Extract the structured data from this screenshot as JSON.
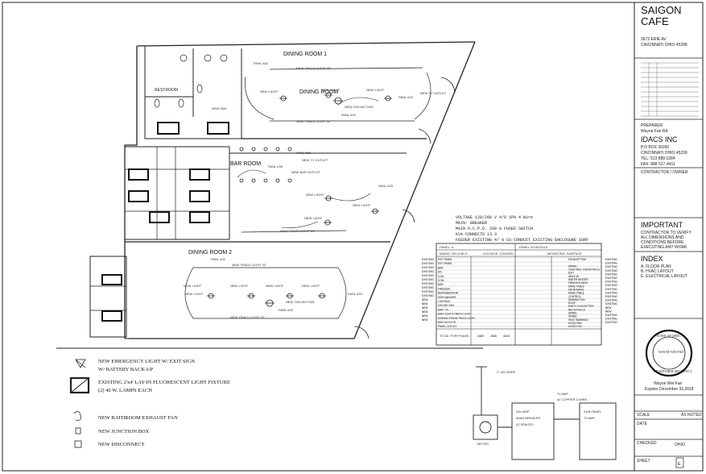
{
  "title_block": {
    "project_name_line1": "SAIGON",
    "project_name_line2": "CAFE",
    "address_line1": "3672 ERIE AV",
    "address_line2": "CINCINNATI OHIO 45208",
    "preparer_label": "PREPARER",
    "preparer_name": "Wayne Fan RA",
    "firm_name": "IDACS INC",
    "firm_box": "P.O BOX 30260",
    "firm_city": "CINCINNATI OHIO 45230",
    "firm_tel": "TEL: 513 888 0284",
    "firm_fax": "FAX: 888 527-4411",
    "contractor_label": "CONTRACTOR / OWNER",
    "important_heading": "IMPORTANT",
    "important_text": [
      "CONTRACTOR TO VERIFY",
      "ALL DIMENSIONS AND",
      "CONDITIONS BEFORE",
      "EXECUTING ANY WORK"
    ],
    "index_heading": "INDEX",
    "index_items": [
      "A. FLOOR PLAN",
      "B. HVAC LAYOUT",
      "E. ELECTRICAL LAYOUT"
    ],
    "seal_top": "STATE OF OHIO",
    "seal_name": "WAYNE WEI FAN",
    "seal_bottom": "REGISTERED ARCHITECT",
    "seal_caption_name": "Wayne Wei Fan",
    "seal_caption_expiry": "Expires December 31,2018",
    "scale_label": "SCALE",
    "scale_value": "AS NOTED",
    "date_label": "DATE",
    "checked_label": "CHECKED",
    "checked_value": "OHIO",
    "sheet_label": "SHEET",
    "sheet_number": "E"
  },
  "rooms": {
    "dining1": "DINING ROOM 1",
    "dining1_mid": "DINING ROOM",
    "restroom": "RESTROOM",
    "bar": "BAR ROOM",
    "dining2": "DINING ROOM 2"
  },
  "plan_labels": {
    "panel_a2": "PANL #A2",
    "track_32_a": "NEW TRACK LIGHT 32'",
    "track_32_b": "NEW TRACK LIGHT 32'",
    "new_light": "NEW LIGHT",
    "new_fan": "NEW FAN",
    "new_light_2": "NEW LIGHT",
    "new_light_3": "NEW LIGHT",
    "panl_33": "PANL #33",
    "tv_outlet": "NEW TV OUTLET",
    "ceiling_fan": "NEW CEILING FAN",
    "panl_26": "PANL #26",
    "panl_25_bar": "PANL #25",
    "new_tv_outlet_bar": "NEW TV OUTLET",
    "panl_36": "PANL #36",
    "bar_outlet": "NEW BAR OUTLET",
    "bar_light_a": "NEW LIGHT",
    "panl_33_bar": "PANL #33",
    "bar_light_b": "NEW LIGHT",
    "bar_light_c": "NEW LIGHT",
    "bar_track": "NEW TRACK LIGHT 24'",
    "panl_30": "PANL #30",
    "d2_track_a": "NEW TRACK LIGHT 32'",
    "d2_light_a": "NEW LIGHT",
    "d2_light_b": "NEW LIGHT",
    "d2_light_c": "NEW LIGHT",
    "d2_light_d": "NEW LIGHT",
    "d2_light_e": "NEW LIGHT",
    "d2_panl_33": "PANL #33",
    "d2_fan": "NEW CEILING FAN",
    "d2_panl_25": "PANL #25",
    "d2_track_b": "NEW TRACK LIGHT 32'"
  },
  "electrical_notes": {
    "voltage": "VOLTAGE 120/208 V 4/0  1PH  4 Wire",
    "main": "MAIN: BREAKER",
    "main_ocpd": "MAIN O.C.P.D. 200 A FUSED SWITCH",
    "kva": "KVA CONNECTD  13.3",
    "feeder": "FEEDER EXISTING 4/ 0 CU   CONDUIT  EXISTING ENCLOSURE  SURF"
  },
  "panel_schedule": {
    "panel": "PANEL: A",
    "title": "PANEL SCHEDULE",
    "mains": "MAINS:  200 A MLO",
    "voltage": "VOLTAGE: 120/208V",
    "mounting": "MOUNTING: SURFACE",
    "left_rows": [
      "EXIT PANEL",
      "EXIT PANEL",
      "BAR",
      "A/C",
      "CON",
      "CON",
      "BAR",
      "FREEZER",
      "REFRIGERATOR",
      "DISH WASHER",
      "LIGHTING",
      "CEILING FAN",
      "BAR / TV",
      "BAR LIGHTS TRACK LIGHT",
      "DINNING ROOM TRACK LIGHT",
      "BAR OUTLETS",
      "PANEL OUTLET"
    ],
    "right_rows": [
      "EXHAUST FAN",
      "",
      "SPARE",
      "CASH REG. RECEPTACLE",
      "EXIT",
      "WALK IN",
      "WATER HEATER",
      "FREEZER WALK",
      "MAKE TABLE",
      "MICROWAVE",
      "MAKE TABLE",
      "CONTROL",
      "DINNING FAN",
      "ROOF",
      "PARTY CHICKETTER",
      "RECEPTACLE",
      "SPARE",
      "SPARE",
      "HEAT WARMING",
      "HOOD FAN",
      "HOOD FAN"
    ],
    "left_status": [
      "EXISTING",
      "EXISTING",
      "EXISTING",
      "EXISTING",
      "EXISTING",
      "EXISTING",
      "EXISTING",
      "EXISTING",
      "EXISTING",
      "EXISTING",
      "NEW",
      "NEW",
      "NEW",
      "NEW",
      "NEW",
      "NEW"
    ],
    "right_status": [
      "EXISTING",
      "EXISTING",
      "EXISTING",
      "EXISTING",
      "EXISTING",
      "EXISTING",
      "EXISTING",
      "EXISTING",
      "EXISTING",
      "EXISTING",
      "EXISTING",
      "EXISTING",
      "EXISTING",
      "NEW",
      "NEW",
      "EXISTING",
      "EXISTING",
      "EXISTING"
    ],
    "total_label": "TOTAL FOR PHASE",
    "totals": [
      "4480",
      "4530",
      "4315"
    ]
  },
  "riser": {
    "wire_label": "2\" 4/0 SWPE",
    "amp_label": "70 AMP",
    "copper_label": "#2 COPPER 3 WIRE",
    "main_panel": [
      "200 AMP",
      "MAIN BREAKER",
      "42 SPACES"
    ],
    "sub_panel": [
      "SUB PANEL",
      "70 AMP"
    ],
    "meter": "METER"
  },
  "legend": {
    "emergency_line1": "NEW EMERGENCY LIGHT W/ EXIT SIGN",
    "emergency_line2": "W/ BATTERY BACK-UP",
    "fixture_line1": "EXISTING 2'x4' LAY-IN FLUORESCENT LIGHT FIXTURE",
    "fixture_line2": "(2) 40 W. LAMPS EACH",
    "exhaust_fan": "NEW BATHROOM EXHAUST FAN",
    "junction_box": "NEW JUNCTION BOX",
    "disconnect": "NEW DISCONNECT"
  }
}
